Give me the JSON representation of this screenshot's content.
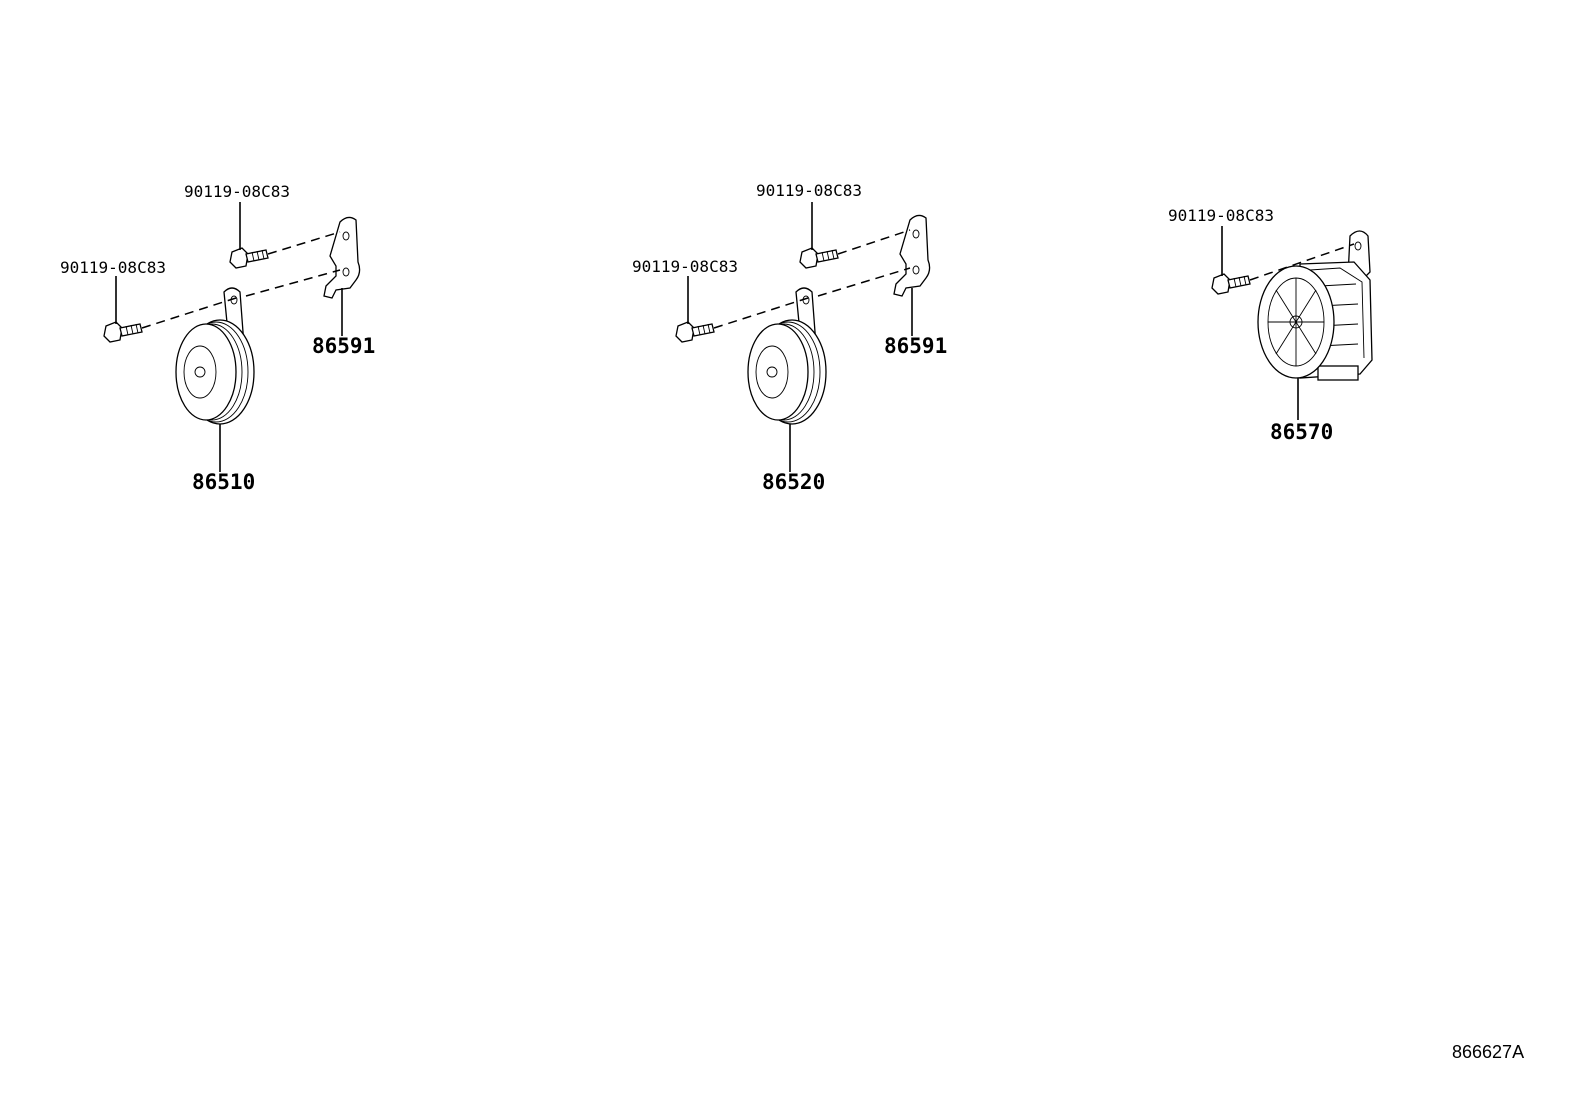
{
  "diagram": {
    "groups": [
      {
        "bolts": [
          "90119-08C83",
          "90119-08C83"
        ],
        "bracket": "86591",
        "horn": "86510"
      },
      {
        "bolts": [
          "90119-08C83",
          "90119-08C83"
        ],
        "bracket": "86591",
        "horn": "86520"
      },
      {
        "bolts": [
          "90119-08C83"
        ],
        "horn": "86570"
      }
    ],
    "reference": "866627A"
  }
}
